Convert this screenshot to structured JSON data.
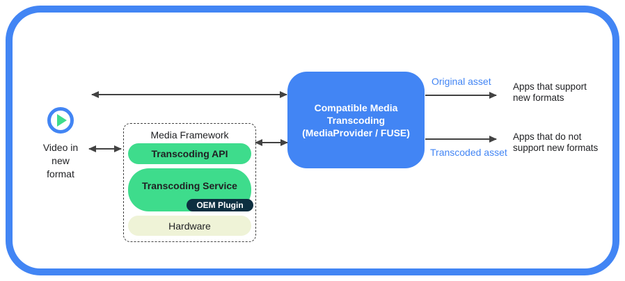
{
  "colors": {
    "brand_blue": "#4285F4",
    "android_green": "#3EDC8C",
    "navy": "#0D2F40",
    "cream": "#EFF3D7",
    "arrow_gray": "#424242"
  },
  "source": {
    "label": "Video in\nnew\nformat"
  },
  "media_framework": {
    "title": "Media Framework",
    "layers": {
      "api": "Transcoding API",
      "service": "Transcoding Service",
      "oem_plugin": "OEM Plugin",
      "hardware": "Hardware"
    }
  },
  "transcoder_box": {
    "title": "Compatible Media\nTranscoding\n(MediaProvider / FUSE)"
  },
  "outputs": {
    "original": {
      "flow_label": "Original asset",
      "destination": "Apps that support\nnew formats"
    },
    "transcoded": {
      "flow_label": "Transcoded asset",
      "destination": "Apps that do not\nsupport new formats"
    }
  }
}
